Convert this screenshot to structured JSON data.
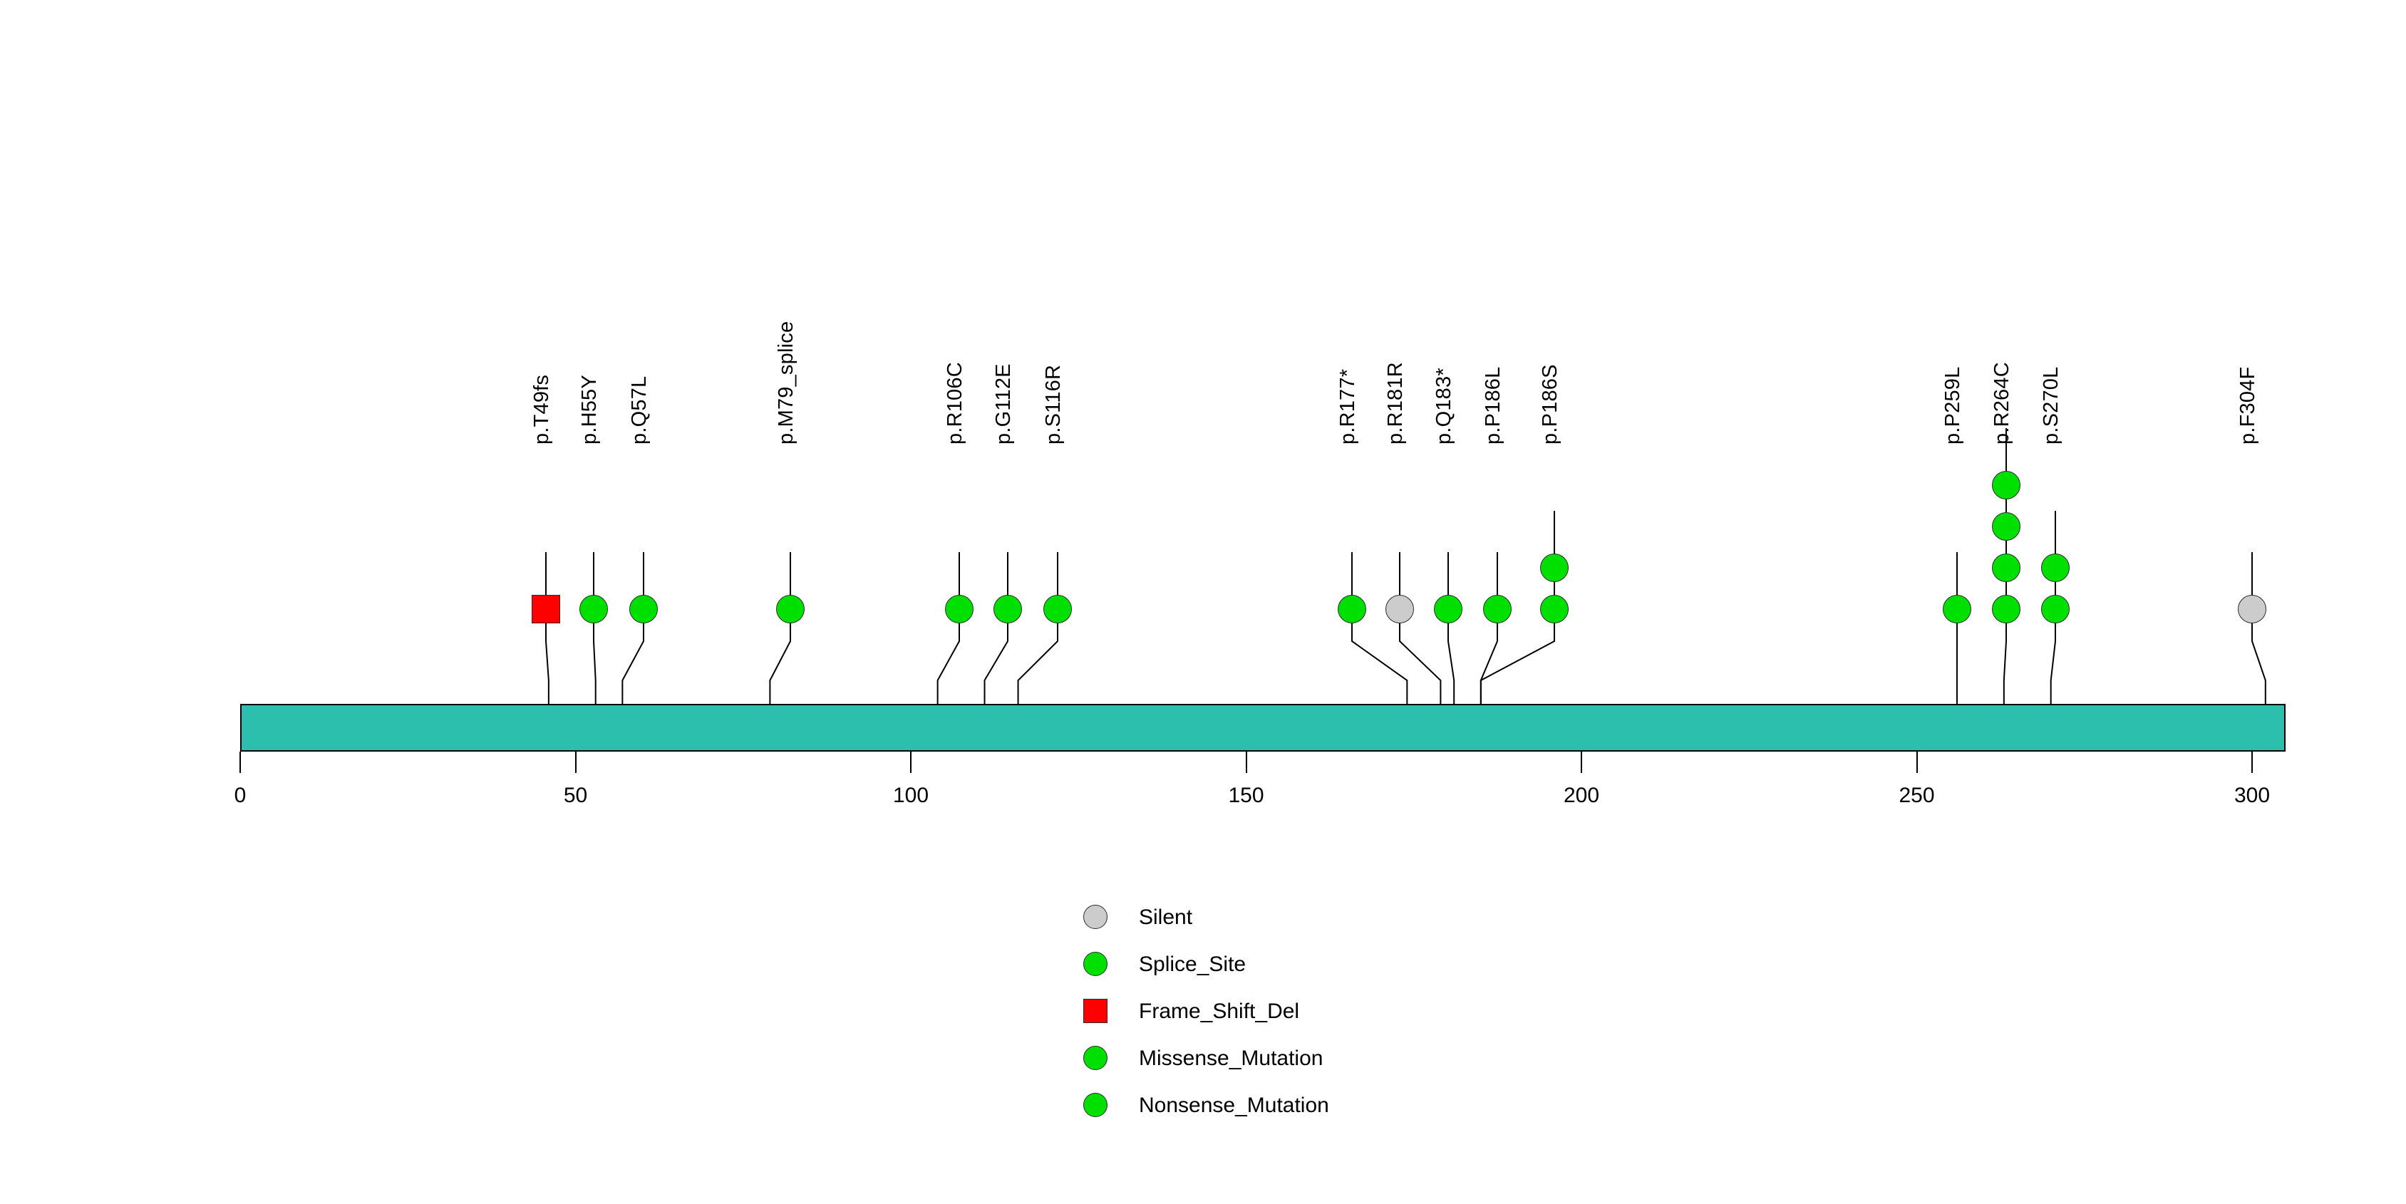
{
  "chart_data": {
    "type": "lollipop",
    "title": "",
    "xlabel": "",
    "ylabel": "",
    "xlim": [
      0,
      303
    ],
    "axis_ticks": [
      0,
      50,
      100,
      150,
      200,
      250,
      300
    ],
    "protein_length": 303,
    "protein_bar_color": "#2cbfae",
    "grid": false,
    "legend_position": "bottom-center",
    "mutations": [
      {
        "label": "p.T49fs",
        "position": 46,
        "count": 1,
        "shape": "square",
        "color": "#ff0000",
        "class": "Frame_Shift_Del"
      },
      {
        "label": "p.H55Y",
        "position": 53,
        "count": 1,
        "shape": "circle",
        "color": "#00e000",
        "class": "Missense_Mutation"
      },
      {
        "label": "p.Q57L",
        "position": 57,
        "count": 1,
        "shape": "circle",
        "color": "#00e000",
        "class": "Missense_Mutation"
      },
      {
        "label": "p.M79_splice",
        "position": 79,
        "count": 1,
        "shape": "circle",
        "color": "#00e000",
        "class": "Splice_Site"
      },
      {
        "label": "p.R106C",
        "position": 104,
        "count": 1,
        "shape": "circle",
        "color": "#00e000",
        "class": "Missense_Mutation"
      },
      {
        "label": "p.G112E",
        "position": 111,
        "count": 1,
        "shape": "circle",
        "color": "#00e000",
        "class": "Missense_Mutation"
      },
      {
        "label": "p.S116R",
        "position": 116,
        "count": 1,
        "shape": "circle",
        "color": "#00e000",
        "class": "Missense_Mutation"
      },
      {
        "label": "p.R177*",
        "position": 174,
        "count": 1,
        "shape": "circle",
        "color": "#00e000",
        "class": "Nonsense_Mutation"
      },
      {
        "label": "p.R181R",
        "position": 179,
        "count": 1,
        "shape": "circle",
        "color": "#cccccc",
        "class": "Silent"
      },
      {
        "label": "p.Q183*",
        "position": 181,
        "count": 1,
        "shape": "circle",
        "color": "#00e000",
        "class": "Nonsense_Mutation"
      },
      {
        "label": "p.P186L",
        "position": 185,
        "count": 1,
        "shape": "circle",
        "color": "#00e000",
        "class": "Missense_Mutation"
      },
      {
        "label": "p.P186S",
        "position": 185,
        "count": 2,
        "shape": "circle",
        "color": "#00e000",
        "class": "Missense_Mutation"
      },
      {
        "label": "p.P259L",
        "position": 256,
        "count": 1,
        "shape": "circle",
        "color": "#00e000",
        "class": "Missense_Mutation"
      },
      {
        "label": "p.R264C",
        "position": 263,
        "count": 4,
        "shape": "circle",
        "color": "#00e000",
        "class": "Missense_Mutation"
      },
      {
        "label": "p.S270L",
        "position": 270,
        "count": 2,
        "shape": "circle",
        "color": "#00e000",
        "class": "Missense_Mutation"
      },
      {
        "label": "p.F304F",
        "position": 302,
        "count": 1,
        "shape": "circle",
        "color": "#cccccc",
        "class": "Silent"
      }
    ],
    "legend": [
      {
        "label": "Silent",
        "shape": "circle",
        "color": "#cccccc"
      },
      {
        "label": "Splice_Site",
        "shape": "circle",
        "color": "#00e000"
      },
      {
        "label": "Frame_Shift_Del",
        "shape": "square",
        "color": "#ff0000"
      },
      {
        "label": "Missense_Mutation",
        "shape": "circle",
        "color": "#00e000"
      },
      {
        "label": "Nonsense_Mutation",
        "shape": "circle",
        "color": "#00e000"
      }
    ]
  },
  "colors": {
    "protein": "#2cbfae",
    "green": "#00e000",
    "grey": "#cccccc",
    "red": "#ff0000",
    "outline": "#000000",
    "background": "#ffffff"
  }
}
